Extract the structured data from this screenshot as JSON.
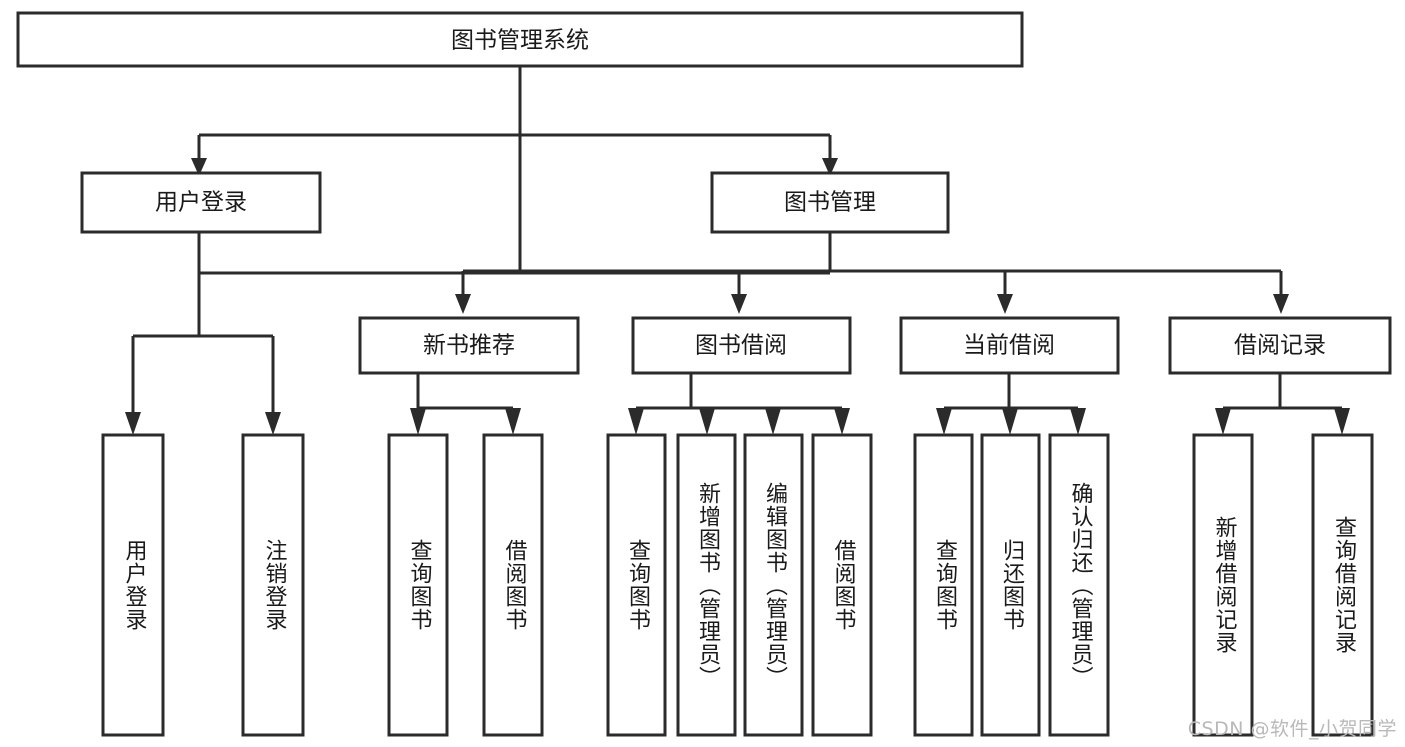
{
  "diagram": {
    "type": "tree",
    "title": "图书管理系统",
    "orientation": "top-down",
    "colors": {
      "box_stroke": "#2b2b2b",
      "box_fill": "#ffffff",
      "connector": "#2b2b2b",
      "text": "#1a1a1a",
      "watermark": "#b9b9b9",
      "background": "#ffffff"
    },
    "root": {
      "label": "图书管理系统"
    },
    "level2": [
      {
        "label": "用户登录"
      },
      {
        "label": "图书管理"
      }
    ],
    "level3": [
      {
        "label": "新书推荐"
      },
      {
        "label": "图书借阅"
      },
      {
        "label": "当前借阅"
      },
      {
        "label": "借阅记录"
      }
    ],
    "leaves": {
      "user_login": [
        {
          "label": "用户登录"
        },
        {
          "label": "注销登录"
        }
      ],
      "new_book_recommend": [
        {
          "label": "查询图书"
        },
        {
          "label": "借阅图书"
        }
      ],
      "book_borrow": [
        {
          "label": "查询图书"
        },
        {
          "label": "新增图书（管理员）"
        },
        {
          "label": "编辑图书（管理员）"
        },
        {
          "label": "借阅图书"
        }
      ],
      "current_borrow": [
        {
          "label": "查询图书"
        },
        {
          "label": "归还图书"
        },
        {
          "label": "确认归还（管理员）"
        }
      ],
      "borrow_record": [
        {
          "label": "新增借阅记录"
        },
        {
          "label": "查询借阅记录"
        }
      ]
    }
  },
  "watermark": {
    "text": "CSDN @软件_小贺同学"
  }
}
